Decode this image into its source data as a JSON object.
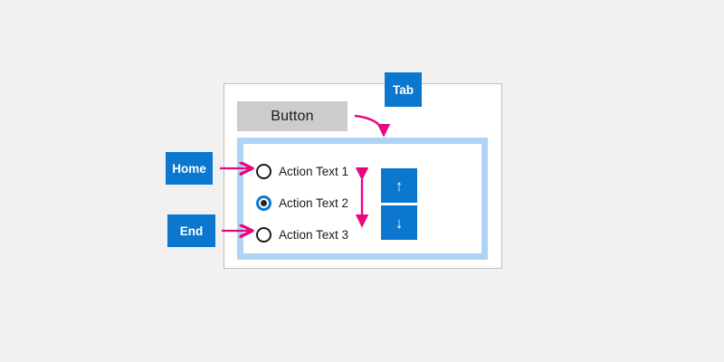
{
  "page": {
    "background_color": "#f1f1f1",
    "accent_blue": "#0b77ce",
    "focus_border_color": "#aed4f5",
    "annotation_pink": "#e8067f",
    "dialog_border_color": "#bfbfbf",
    "button_gray": "#cccccc"
  },
  "dialog": {
    "name": "dialog-surface",
    "button": {
      "label": "Button"
    },
    "focus_panel": {
      "name": "focused-radio-group"
    },
    "radio_group": {
      "options": [
        {
          "label": "Action Text 1",
          "selected": false
        },
        {
          "label": "Action Text 2",
          "selected": true
        },
        {
          "label": "Action Text 3",
          "selected": false
        }
      ]
    },
    "spinner": {
      "up": {
        "glyph": "↑",
        "name": "arrow-up-icon"
      },
      "down": {
        "glyph": "↓",
        "name": "arrow-down-icon"
      }
    }
  },
  "key_badges": [
    {
      "id": "tab",
      "label": "Tab"
    },
    {
      "id": "home",
      "label": "Home"
    },
    {
      "id": "end",
      "label": "End"
    }
  ],
  "annotations": {
    "tab_curve": "curved arrow from Button to focus panel",
    "home_arrow": "arrow from Home badge to Action Text 1 radio",
    "end_arrow": "arrow from End badge to Action Text 3 radio",
    "updown_arrow": "vertical double-headed arrow between radio options"
  }
}
